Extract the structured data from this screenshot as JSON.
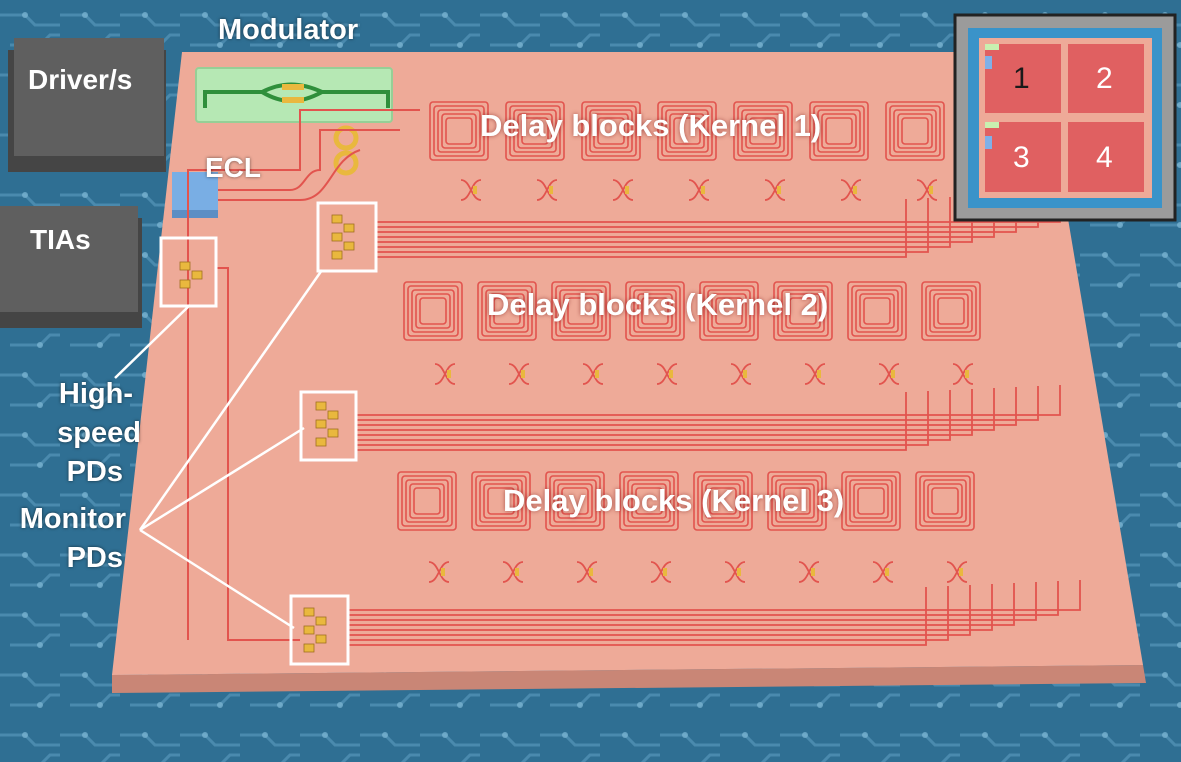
{
  "labels": {
    "modulator": "Modulator",
    "drivers": "Driver/s",
    "ecl": "ECL",
    "tias": "TIAs",
    "high_speed_pds": [
      "High-",
      "speed",
      "PDs"
    ],
    "monitor_pds": [
      "Monitor",
      "PDs"
    ],
    "kernel1": "Delay blocks (Kernel 1)",
    "kernel2": "Delay blocks (Kernel 2)",
    "kernel3": "Delay blocks (Kernel 3)"
  },
  "inset": {
    "quadrants": [
      "1",
      "2",
      "3",
      "4"
    ]
  },
  "colors": {
    "pcb": "#2f6f93",
    "chip": "#eeaa98",
    "waveguide": "#e2544e",
    "electronics": "#5f5f5f",
    "modulator_bed": "#b6e8b4",
    "ecl_block": "#79aee4",
    "ring": "#e9b83e",
    "inset_quadrant": "#e06061",
    "highlight_box": "#ffffff"
  }
}
